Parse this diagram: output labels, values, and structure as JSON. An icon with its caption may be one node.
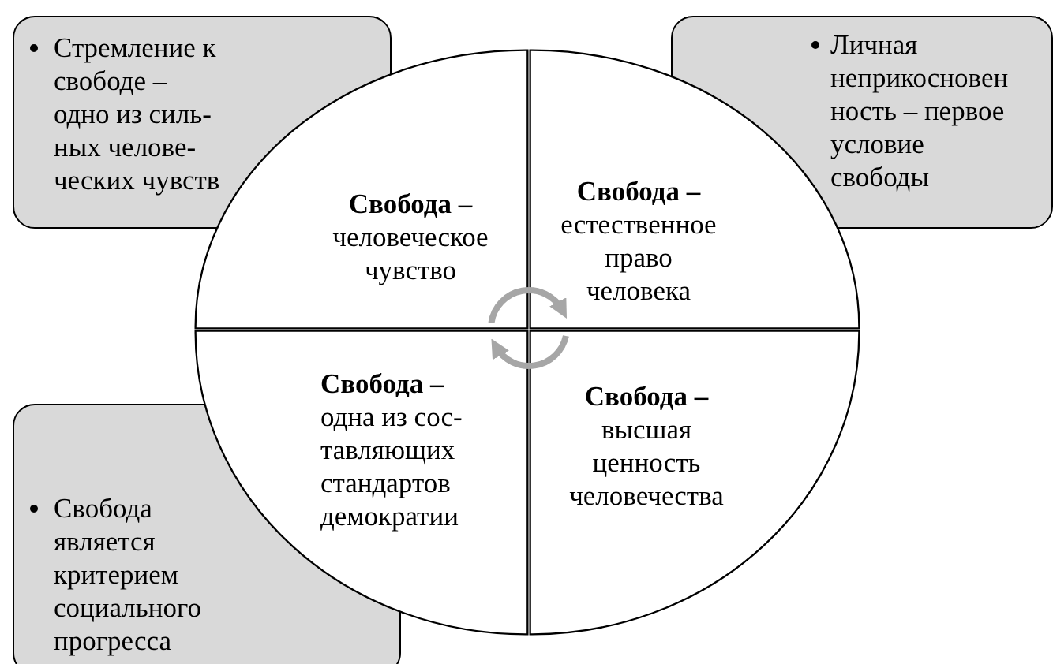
{
  "diagram": {
    "nodes": [
      {
        "text": [
          "Стремление к свободе – одно из силь-ных челове-ческих чувств"
        ]
      },
      {
        "text": [
          "Личная неприкосновен ность – первое условие свободы"
        ]
      },
      {
        "text": [
          "Свобода –",
          "человеческое чувство"
        ]
      },
      {
        "text": [
          "Свобода –",
          "естественное право человека"
        ]
      },
      {
        "text": [
          "Свобода является критерием социального прогресса"
        ]
      },
      {
        "text": [
          "Свобода –",
          "одна из сос-тавляющих стандартов демократии"
        ]
      },
      {
        "text": [
          "Свобода –",
          "высшая ценность человечества"
        ]
      }
    ],
    "edges": [
      {
        "from": 2,
        "to": 3,
        "arrow": "to"
      },
      {
        "from": 6,
        "to": 5,
        "arrow": "to"
      }
    ]
  }
}
